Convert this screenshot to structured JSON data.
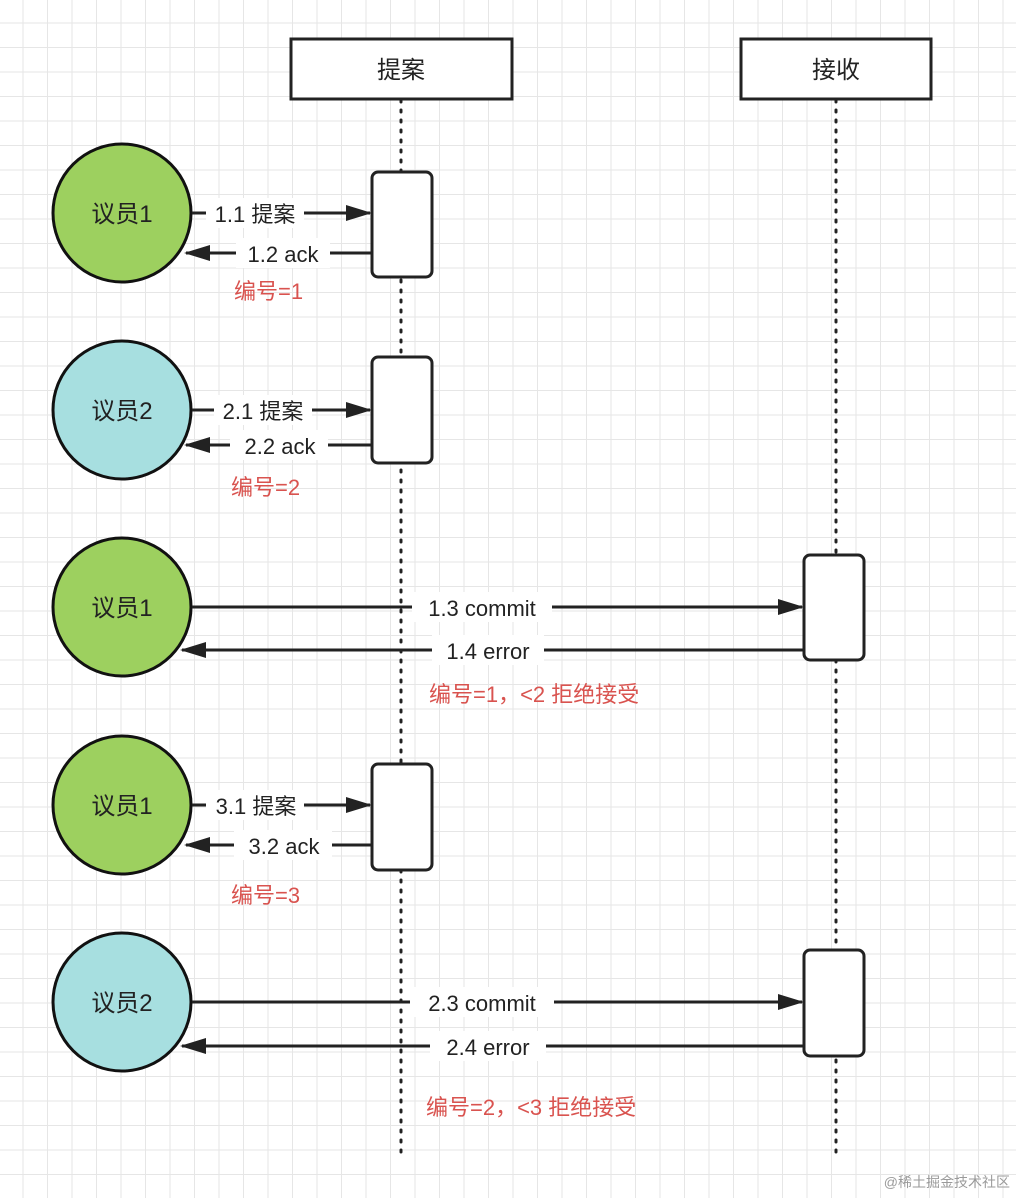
{
  "lifelines": {
    "proposal": "提案",
    "accept": "接收"
  },
  "actors": [
    {
      "label": "议员1",
      "color": "#9dd05f"
    },
    {
      "label": "议员2",
      "color": "#a7dfe0"
    },
    {
      "label": "议员1",
      "color": "#9dd05f"
    },
    {
      "label": "议员1",
      "color": "#9dd05f"
    },
    {
      "label": "议员2",
      "color": "#a7dfe0"
    }
  ],
  "messages": [
    {
      "label": "1.1 提案"
    },
    {
      "label": "1.2 ack"
    },
    {
      "label": "2.1 提案"
    },
    {
      "label": "2.2 ack"
    },
    {
      "label": "1.3 commit"
    },
    {
      "label": "1.4 error"
    },
    {
      "label": "3.1 提案"
    },
    {
      "label": "3.2 ack"
    },
    {
      "label": "2.3 commit"
    },
    {
      "label": "2.4 error"
    }
  ],
  "notes": [
    {
      "text": "编号=1"
    },
    {
      "text": "编号=2"
    },
    {
      "text": "编号=1，<2 拒绝接受"
    },
    {
      "text": "编号=3"
    },
    {
      "text": "编号=2，<3 拒绝接受"
    }
  ],
  "watermark": "@稀土掘金技术社区",
  "colors": {
    "note_text": "#d9534f",
    "line": "#222222",
    "green_actor": "#9dd05f",
    "blue_actor": "#a7dfe0"
  }
}
